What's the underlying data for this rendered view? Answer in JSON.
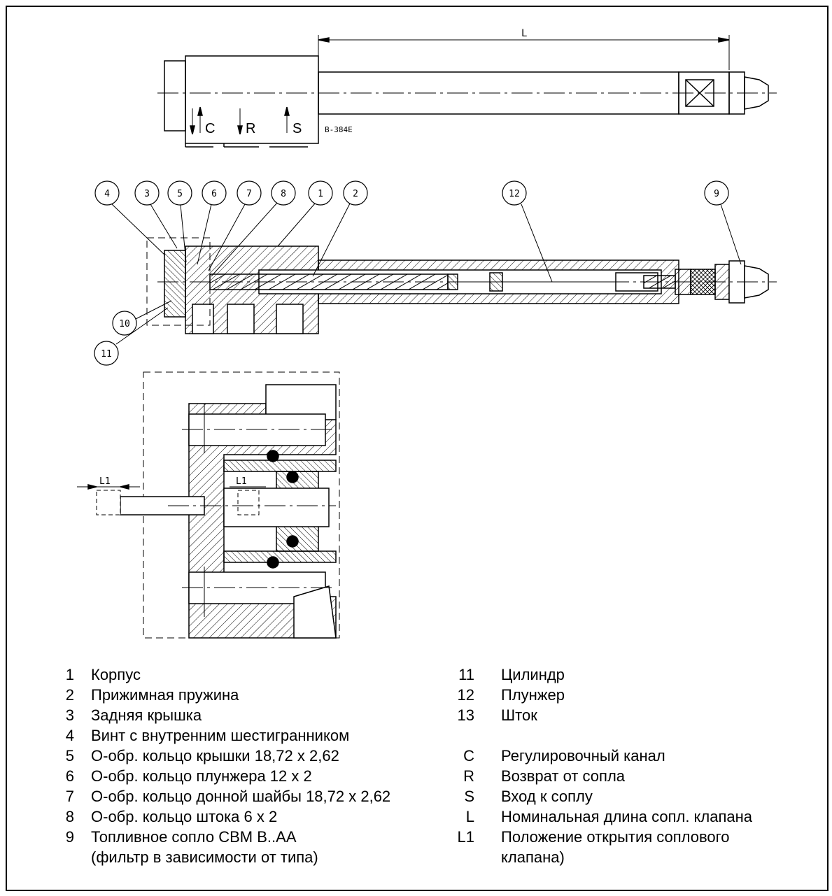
{
  "drawing": {
    "top_view": {
      "dimension_label": "L",
      "port_labels": [
        "C",
        "R",
        "S"
      ],
      "part_code": "B-384E"
    },
    "callouts": [
      "4",
      "3",
      "5",
      "6",
      "7",
      "8",
      "1",
      "2",
      "12",
      "9",
      "10",
      "11"
    ],
    "detail_view": {
      "dimension_labels": [
        "L1",
        "L1"
      ]
    }
  },
  "legend": {
    "left": [
      {
        "num": "1",
        "text": "Корпус"
      },
      {
        "num": "2",
        "text": "Прижимная пружина"
      },
      {
        "num": "3",
        "text": "Задняя крышка"
      },
      {
        "num": "4",
        "text": "Винт с внутренним шестигранником"
      },
      {
        "num": "5",
        "text": "О-обр. кольцо крышки 18,72 x 2,62"
      },
      {
        "num": "6",
        "text": "О-обр. кольцо плунжера 12 x 2"
      },
      {
        "num": "7",
        "text": "О-обр. кольцо донной шайбы 18,72 x 2,62"
      },
      {
        "num": "8",
        "text": "О-обр. кольцо штока 6 x 2"
      },
      {
        "num": "9",
        "text": "Топливное сопло CBM B..AA"
      },
      {
        "num": "",
        "text": "(фильтр в зависимости от типа)"
      }
    ],
    "right": [
      {
        "num": "11",
        "text": "Цилиндр"
      },
      {
        "num": "12",
        "text": "Плунжер"
      },
      {
        "num": "13",
        "text": "Шток"
      },
      {
        "num": "C",
        "text": "Регулировочный канал"
      },
      {
        "num": "R",
        "text": "Возврат от сопла"
      },
      {
        "num": "S",
        "text": "Вход к соплу"
      },
      {
        "num": "L",
        "text": "Номинальная длина сопл. клапана"
      },
      {
        "num": "L1",
        "text": "Положение открытия соплового"
      },
      {
        "num": "",
        "text": "клапана)"
      }
    ]
  }
}
